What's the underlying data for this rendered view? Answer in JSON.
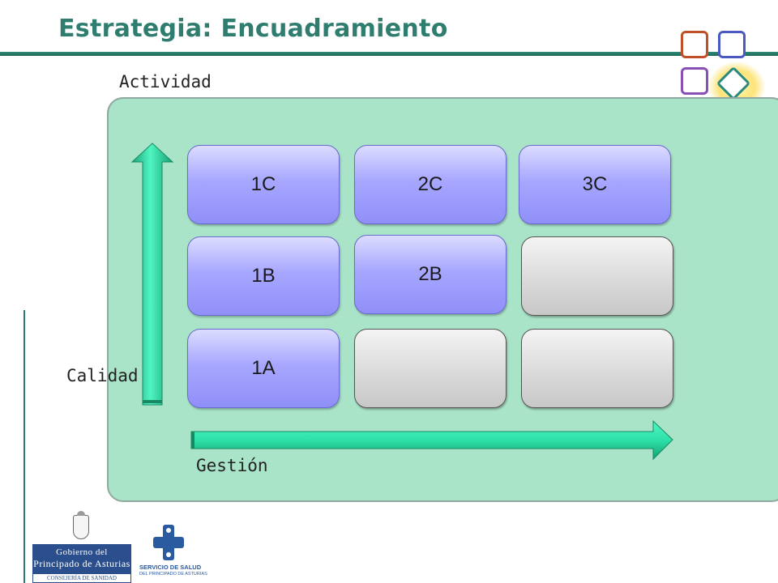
{
  "header": {
    "title": "Estrategia: Encuadramiento"
  },
  "axes": {
    "vertical_top_label": "Actividad",
    "vertical_bottom_label": "Calidad",
    "horizontal_label": "Gestión"
  },
  "grid": {
    "rows": [
      [
        {
          "label": "1C",
          "state": "active"
        },
        {
          "label": "2C",
          "state": "active"
        },
        {
          "label": "3C",
          "state": "active"
        }
      ],
      [
        {
          "label": "1B",
          "state": "active"
        },
        {
          "label": "2B",
          "state": "active"
        },
        {
          "label": "",
          "state": "empty"
        }
      ],
      [
        {
          "label": "1A",
          "state": "active"
        },
        {
          "label": "",
          "state": "empty"
        },
        {
          "label": "",
          "state": "empty"
        }
      ]
    ]
  },
  "colors": {
    "title": "#2e7d6e",
    "panel": "#a9e3c8",
    "active_cell": "#a7a7ff",
    "empty_cell": "#d8d8d8",
    "arrow": "#2ee6a8"
  },
  "logos": {
    "gobierno": {
      "line1": "Gobierno del",
      "line2": "Principado de Asturias",
      "line3": "CONSEJERÍA DE SANIDAD"
    },
    "servicio_salud": {
      "line1": "SERVICIO DE SALUD",
      "line2": "DEL PRINCIPADO DE ASTURIAS"
    }
  }
}
